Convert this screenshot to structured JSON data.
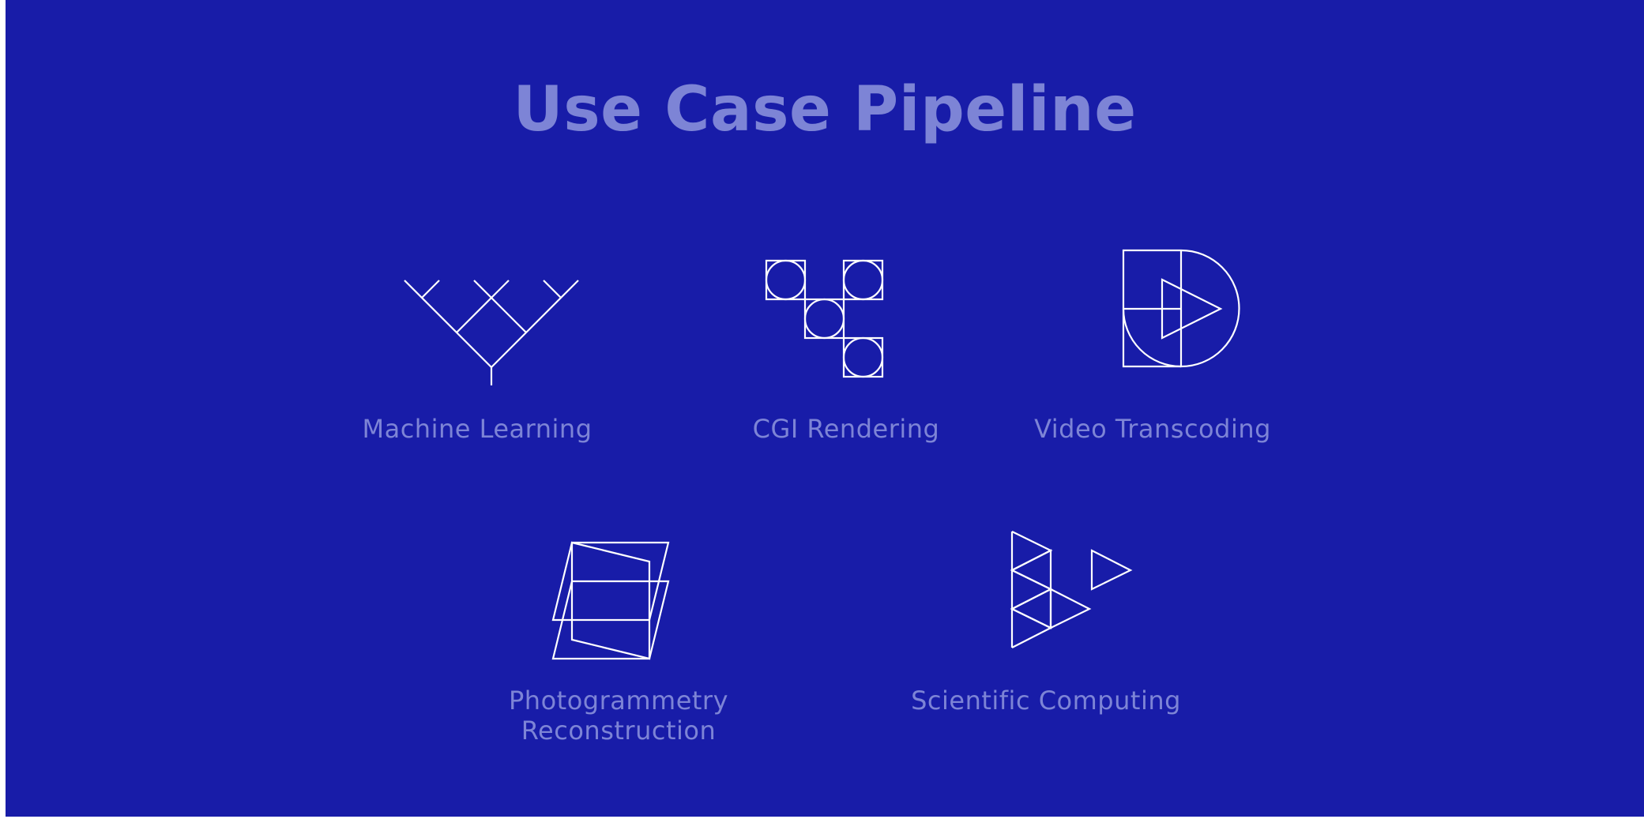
{
  "title": "Use Case Pipeline",
  "colors": {
    "background": "#181ca8",
    "accent_text": "#7d84d6",
    "icon_stroke": "#ffffff"
  },
  "use_cases": [
    {
      "id": "machine-learning",
      "icon": "branching-tree-icon",
      "label_lines": [
        "Machine Learning"
      ]
    },
    {
      "id": "cgi-rendering",
      "icon": "grid-circles-icon",
      "label_lines": [
        "CGI Rendering"
      ]
    },
    {
      "id": "video-transcoding",
      "icon": "play-badge-icon",
      "label_lines": [
        "Video Transcoding"
      ]
    },
    {
      "id": "photogrammetry-reconstruction",
      "icon": "layered-planes-icon",
      "label_lines": [
        "Photogrammetry",
        "Reconstruction"
      ]
    },
    {
      "id": "scientific-computing",
      "icon": "triangle-cluster-icon",
      "label_lines": [
        "Scientific Computing"
      ]
    }
  ]
}
